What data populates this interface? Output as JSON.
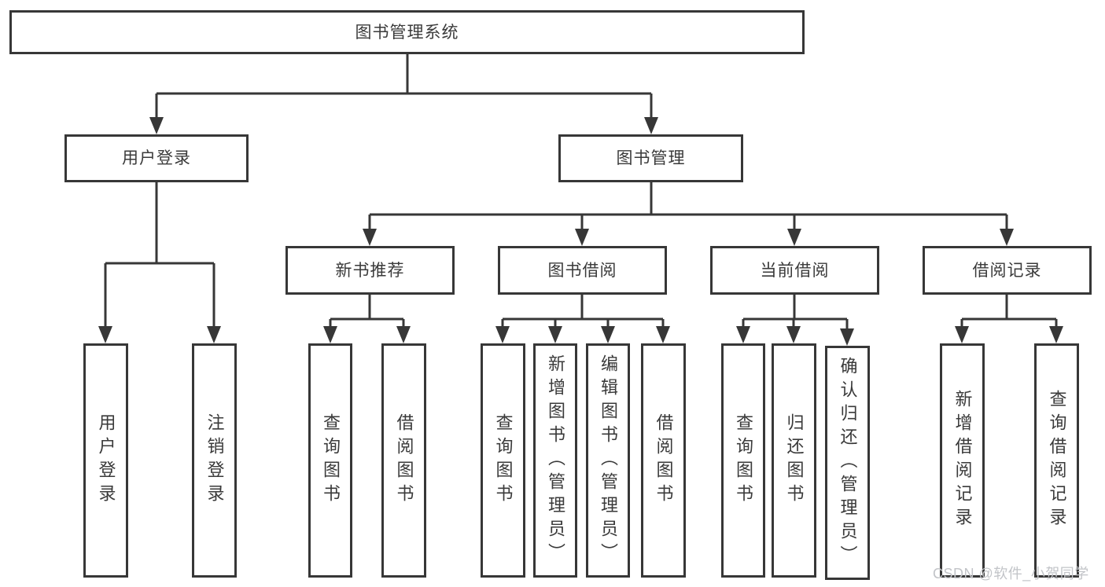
{
  "tree": {
    "root": {
      "label": "图书管理系统"
    },
    "branches": [
      {
        "label": "用户登录",
        "children": [
          {
            "label": "用户登录"
          },
          {
            "label": "注销登录"
          }
        ]
      },
      {
        "label": "图书管理",
        "children": [
          {
            "label": "新书推荐",
            "children": [
              {
                "label": "查询图书"
              },
              {
                "label": "借阅图书"
              }
            ]
          },
          {
            "label": "图书借阅",
            "children": [
              {
                "label": "查询图书"
              },
              {
                "label": "新增图书（管理员）"
              },
              {
                "label": "编辑图书（管理员）"
              },
              {
                "label": "借阅图书"
              }
            ]
          },
          {
            "label": "当前借阅",
            "children": [
              {
                "label": "查询图书"
              },
              {
                "label": "归还图书"
              },
              {
                "label": "确认归还（管理员）"
              }
            ]
          },
          {
            "label": "借阅记录",
            "children": [
              {
                "label": "新增借阅记录"
              },
              {
                "label": "查询借阅记录"
              }
            ]
          }
        ]
      }
    ]
  },
  "watermark": {
    "text": "CSDN @软件_小贺同学"
  },
  "colors": {
    "line": "#373737",
    "text": "#3a3a3a",
    "watermark": "#c2c4c8",
    "background": "#ffffff"
  }
}
